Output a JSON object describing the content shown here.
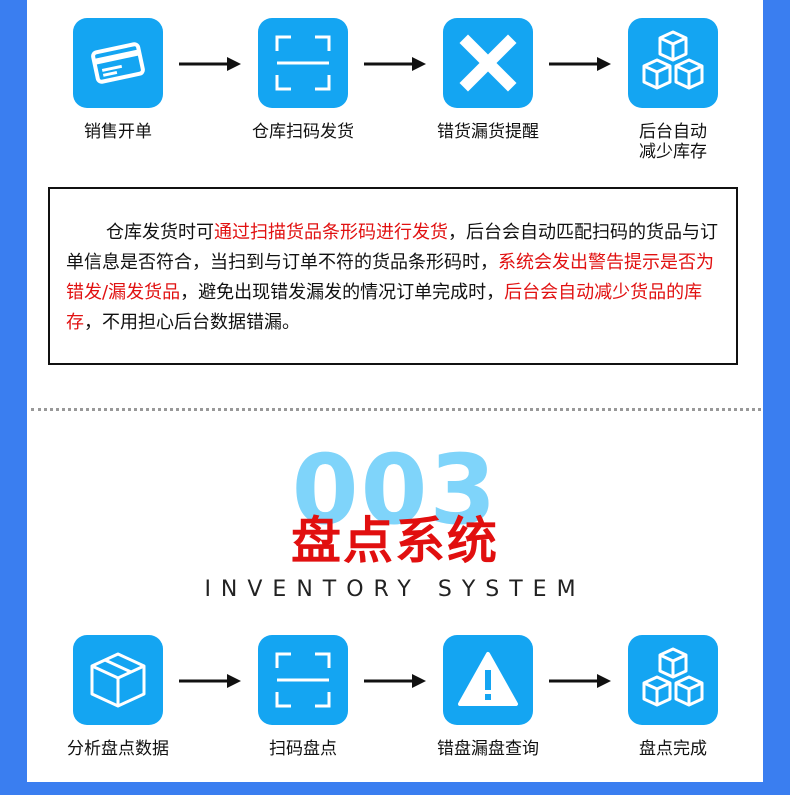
{
  "flow1": {
    "steps": [
      {
        "label": "销售开单",
        "icon": "card-icon"
      },
      {
        "label": "仓库扫码发货",
        "icon": "scan-icon"
      },
      {
        "label": "错货漏货提醒",
        "icon": "x-mark-icon"
      },
      {
        "label": "后台自动\n减少库存",
        "icon": "boxes-icon"
      }
    ]
  },
  "description": {
    "p1": "仓库发货时可",
    "r1": "通过扫描货品条形码进行发货",
    "p2": "，后台会自动匹配扫码的货品与订单信息是否符合，当扫到与订单不符的货品条形码时，",
    "r2": "系统会发出警告提示是否为错发/漏发货品",
    "p3": "，避免出现错发漏发的情况订单完成时，",
    "r3": "后台会自动减少货品的库存",
    "p4": "，不用担心后台数据错漏。"
  },
  "section": {
    "number": "003",
    "title": "盘点系统",
    "subtitle": "INVENTORY SYSTEM"
  },
  "flow2": {
    "steps": [
      {
        "label": "分析盘点数据",
        "icon": "box-icon"
      },
      {
        "label": "扫码盘点",
        "icon": "scan-icon"
      },
      {
        "label": "错盘漏盘查询",
        "icon": "warning-icon"
      },
      {
        "label": "盘点完成",
        "icon": "boxes-icon"
      }
    ]
  },
  "colors": {
    "background": "#3a7ef0",
    "tile": "#14a5f2",
    "highlight": "#e11111",
    "number": "#7fd4fa"
  }
}
